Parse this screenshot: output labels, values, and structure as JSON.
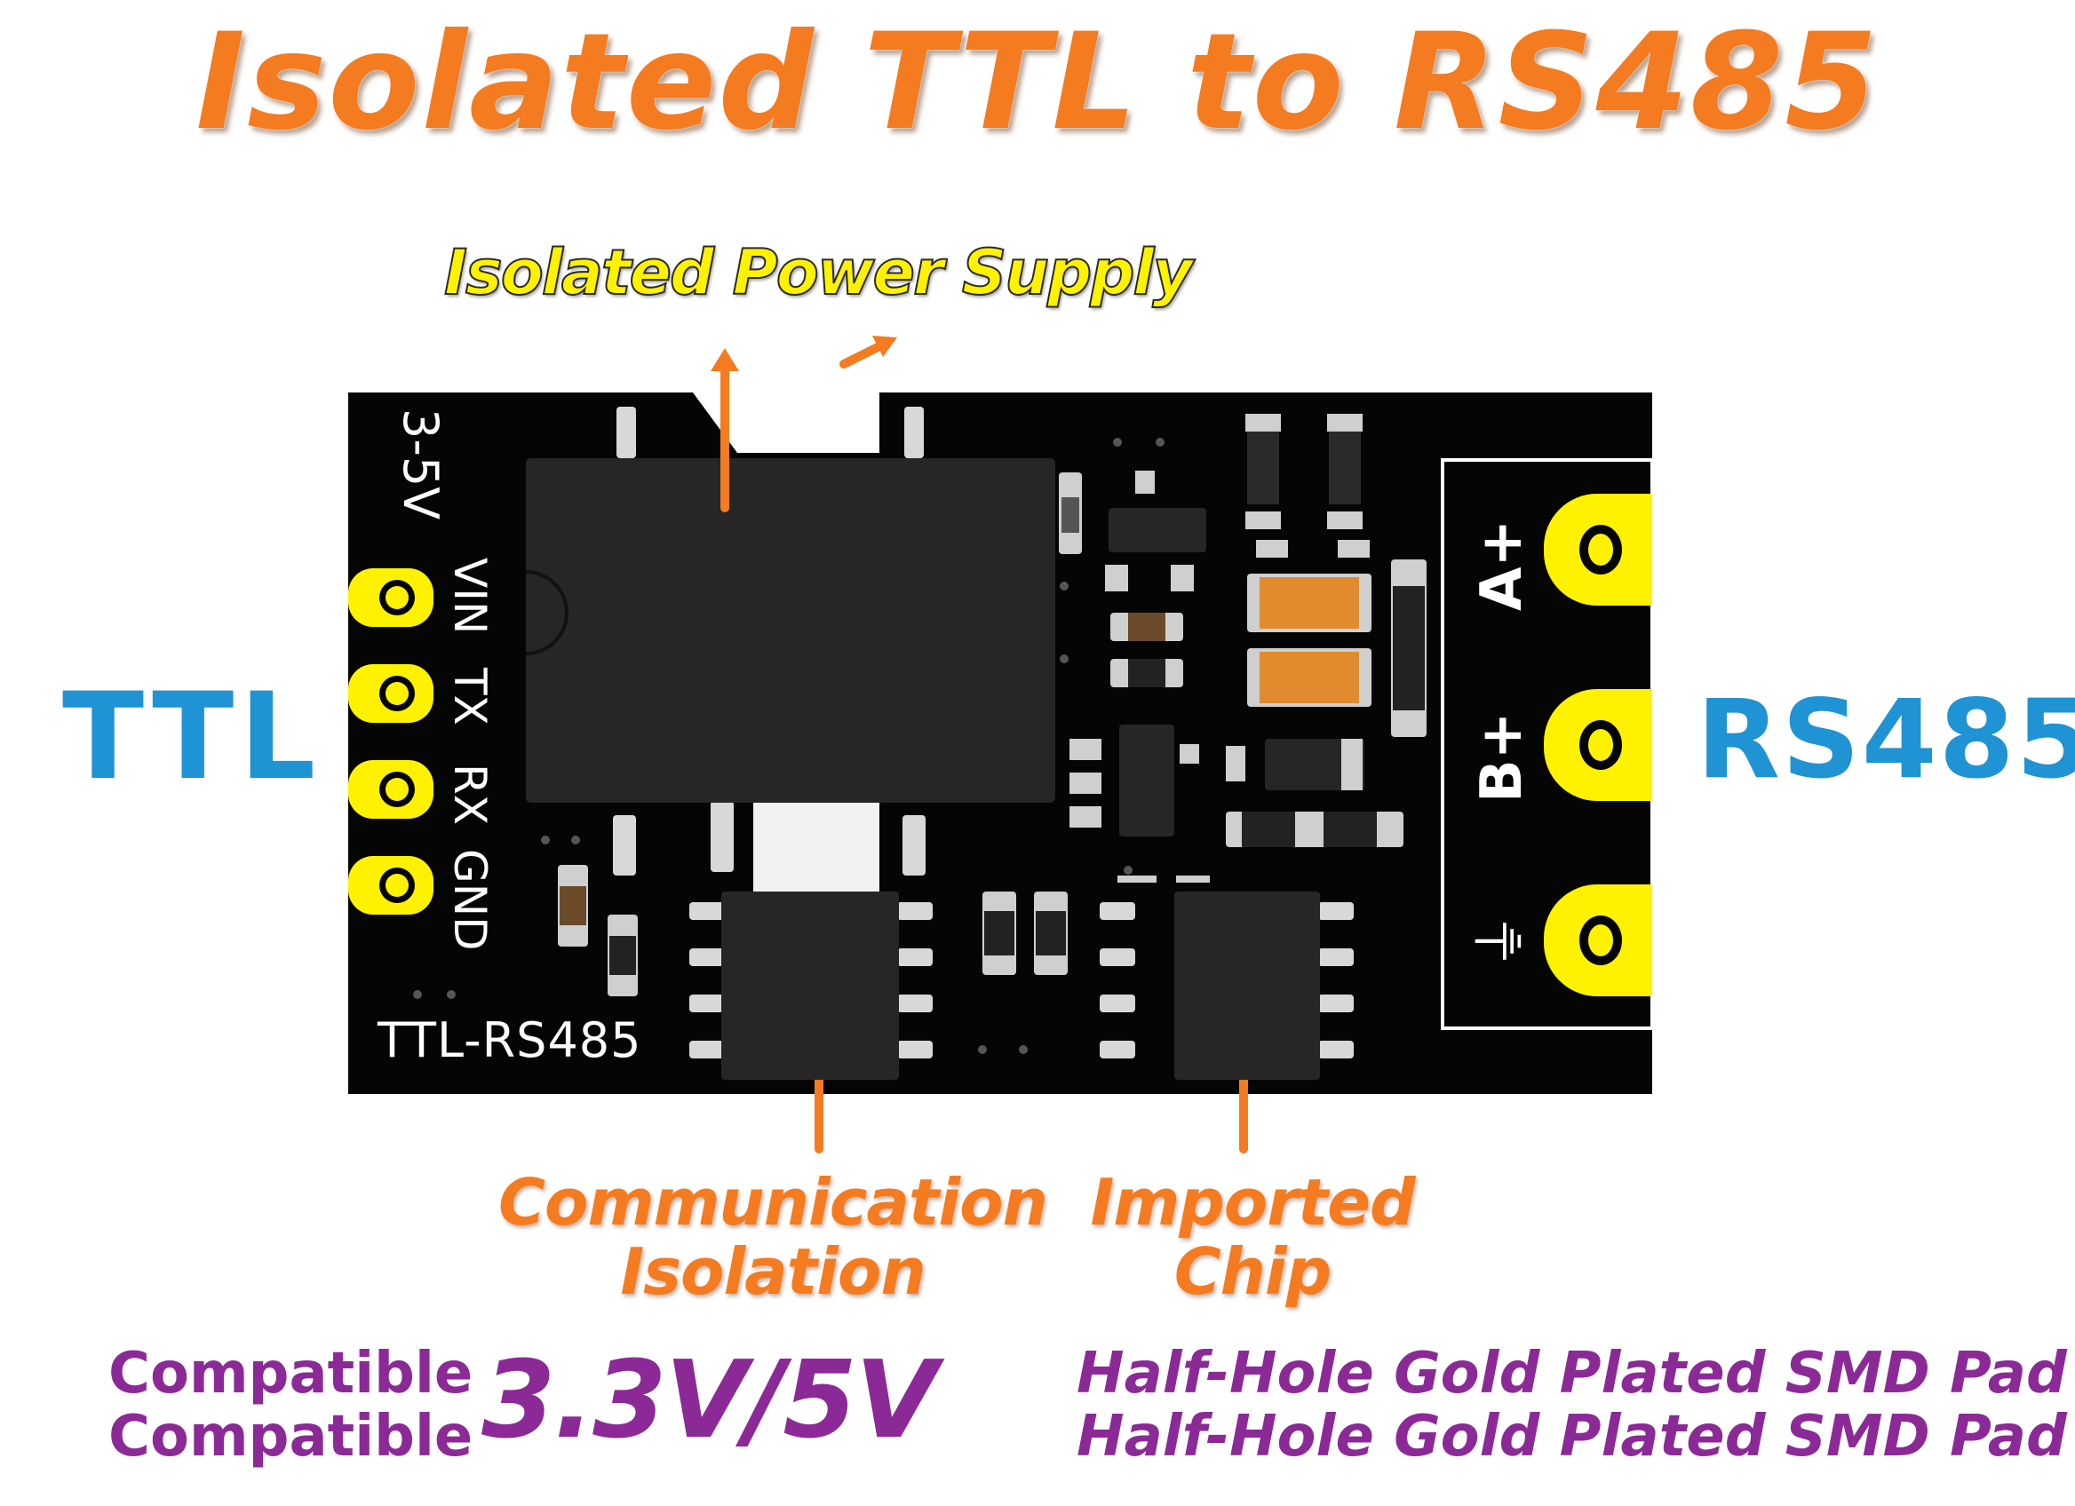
{
  "title": "Isolated TTL to RS485",
  "annotations": {
    "power": "Isolated Power Supply",
    "communication": [
      "Communication",
      "Isolation"
    ],
    "chip": [
      "Imported",
      "Chip"
    ]
  },
  "ports": {
    "ttl_label": "TTL",
    "rs485_label": "RS485"
  },
  "board": {
    "voltage_mark": "3-5V",
    "pins": [
      "VIN",
      "TX",
      "RX",
      "GND"
    ],
    "model": "TTL-RS485",
    "terminals": [
      "A+",
      "B+",
      "⏚"
    ]
  },
  "features": {
    "compatible": [
      "Compatible",
      "Compatible"
    ],
    "voltage": "3.3V/5V",
    "pad": [
      "Half-Hole Gold Plated SMD Pad",
      "Half-Hole Gold Plated SMD Pad"
    ]
  },
  "colors": {
    "title_orange": "#f47b1f",
    "label_blue": "#1f93d3",
    "feature_purple": "#8b2a97",
    "pad_gold": "#fff200",
    "pcb_black": "#050505"
  }
}
